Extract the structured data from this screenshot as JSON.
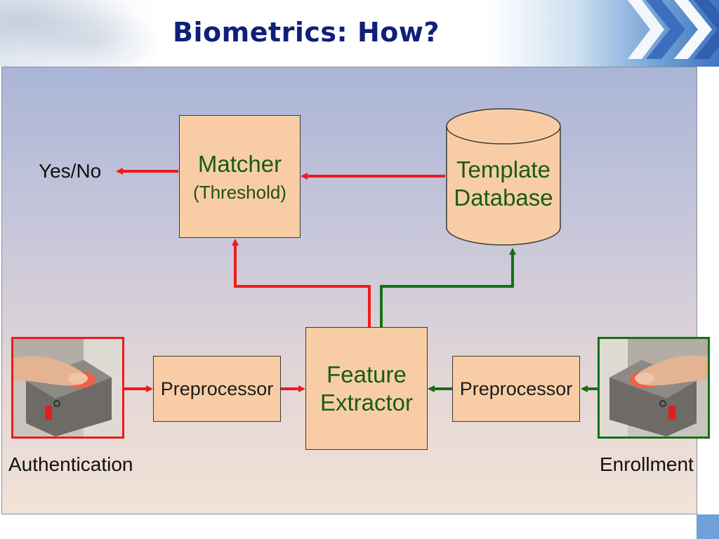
{
  "slide": {
    "title": "Biometrics: How?"
  },
  "diagram": {
    "matcher": {
      "title": "Matcher",
      "subtitle": "(Threshold)"
    },
    "template_database": {
      "line1": "Template",
      "line2": "Database"
    },
    "feature_extractor": {
      "line1": "Feature",
      "line2": "Extractor"
    },
    "preprocessor_left": {
      "label": "Preprocessor"
    },
    "preprocessor_right": {
      "label": "Preprocessor"
    },
    "decision_output": {
      "label": "Yes/No"
    },
    "authentication": {
      "label": "Authentication"
    },
    "enrollment": {
      "label": "Enrollment"
    }
  },
  "colors": {
    "authentication_path": "#ee1b1b",
    "enrollment_path": "#157015",
    "box_fill": "#f8cda5",
    "title_color": "#0f1f7a"
  },
  "icons": [
    "fingerprint-scanner-photo",
    "chevron-right-icon"
  ]
}
